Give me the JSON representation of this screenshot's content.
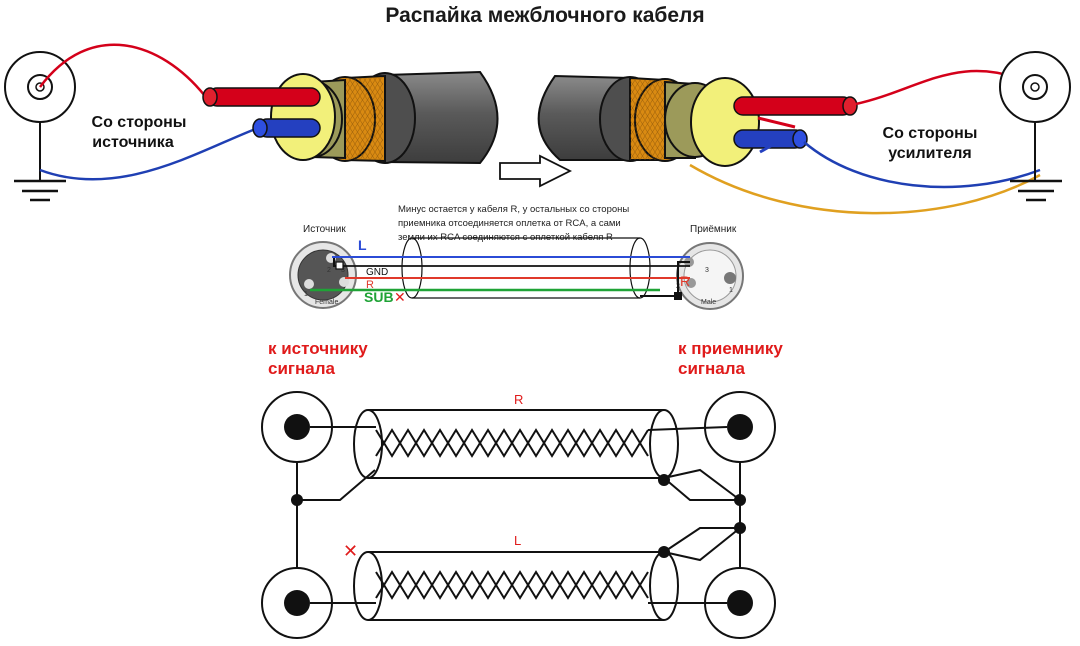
{
  "title": "Распайка межблочного кабеля",
  "top": {
    "left_side_line1": "Со стороны",
    "left_side_line2": "источника",
    "right_side_line1": "Со стороны",
    "right_side_line2": "усилителя"
  },
  "xlr": {
    "note_line1": "Минус остается у кабеля R, у остальных со стороны",
    "note_line2": "приемника отсоединяется оплетка от RCA, а сами",
    "note_line3": "земли их RCA соединяются с оплеткой кабеля R",
    "source_label": "Источник",
    "receiver_label": "Приёмник",
    "female_label": "Female",
    "male_label": "Male",
    "pin_labels": {
      "left": [
        "2",
        "1",
        "3"
      ],
      "right": [
        "3",
        "2",
        "1"
      ]
    },
    "wires": [
      {
        "label": "L",
        "color": "#2b4bd6"
      },
      {
        "label": "GND",
        "color": "#111111"
      },
      {
        "label": "R",
        "color": "#e0392b"
      },
      {
        "label": "SUB",
        "color": "#1fa336"
      }
    ],
    "receiver_r_label": "R",
    "cut_mark": "✕"
  },
  "bottom": {
    "left_label_line1": "к источнику",
    "left_label_line2": "сигнала",
    "right_label_line1": "к приемнику",
    "right_label_line2": "сигнала",
    "cable_r_label": "R",
    "cable_l_label": "L",
    "cut_mark": "✕"
  },
  "colors": {
    "red_wire": "#d4001a",
    "blue_wire": "#1f3fb3",
    "braid_wire": "#e0a020",
    "jacket": "#5f5f5f",
    "shield_orange": "#d98a12",
    "shield_olive": "#9c9a5a",
    "insulation_yellow": "#f2f07a",
    "accent_red": "#e01b1b"
  }
}
